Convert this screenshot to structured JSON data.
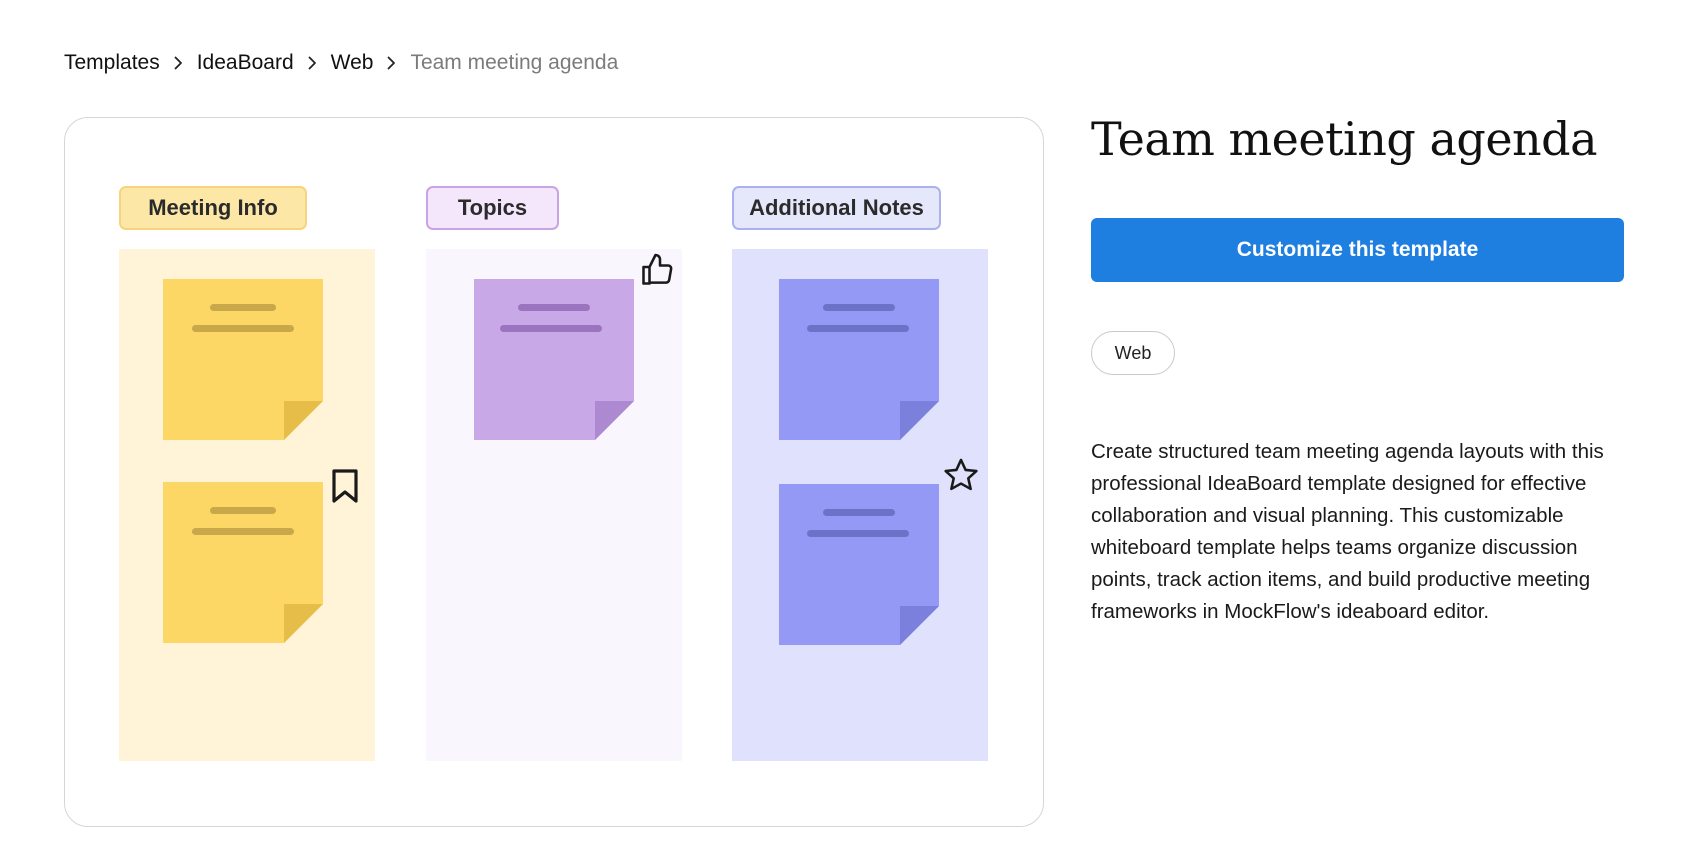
{
  "breadcrumb": {
    "items": [
      "Templates",
      "IdeaBoard",
      "Web"
    ],
    "current": "Team meeting agenda"
  },
  "preview": {
    "columns": [
      {
        "label": "Meeting Info",
        "color": "#fde7a6",
        "note_color": "#fdd766"
      },
      {
        "label": "Topics",
        "color": "#f4e6fb",
        "note_color": "#c8a8e6"
      },
      {
        "label": "Additional Notes",
        "color": "#e5e7fb",
        "note_color": "#9399f4"
      }
    ],
    "icons": [
      "bookmark-icon",
      "thumbs-up-icon",
      "star-icon"
    ]
  },
  "detail": {
    "title": "Team meeting agenda",
    "cta_label": "Customize this template",
    "tag": "Web",
    "description": "Create structured team meeting agenda layouts with this professional IdeaBoard template designed for effective collaboration and visual planning. This customizable whiteboard template helps teams organize discussion points, track action items, and build productive meeting frameworks in MockFlow's ideaboard editor."
  },
  "colors": {
    "accent": "#1e7fe0",
    "muted_text": "#7b7b7b"
  }
}
